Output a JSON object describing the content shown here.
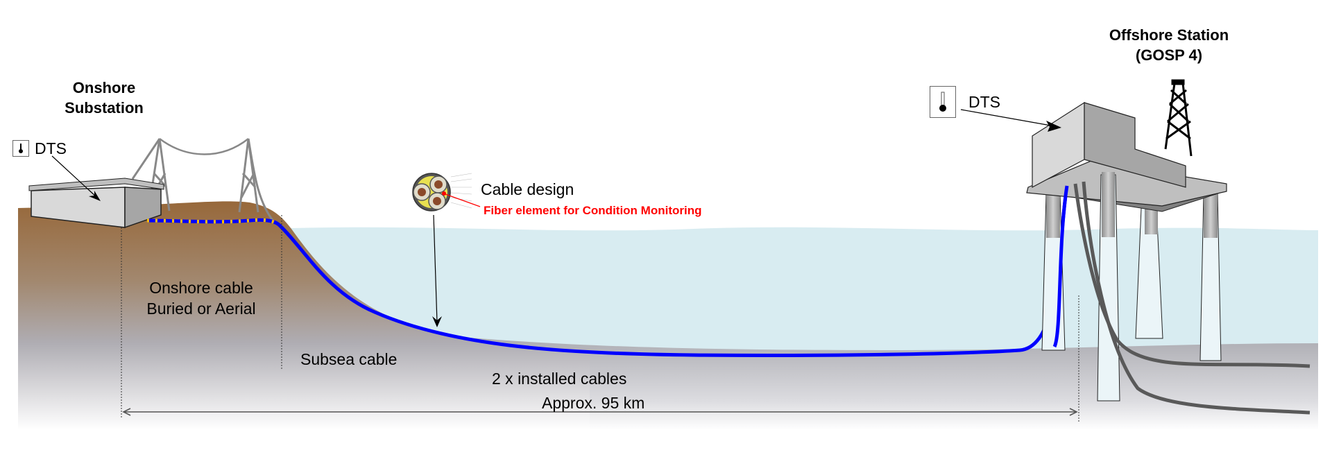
{
  "onshore": {
    "title_line1": "Onshore",
    "title_line2": "Substation",
    "dts_label": "DTS",
    "cable_label_line1": "Onshore cable",
    "cable_label_line2": "Buried or Aerial"
  },
  "offshore": {
    "title_line1": "Offshore Station",
    "title_line2": "(GOSP 4)",
    "dts_label": "DTS"
  },
  "cable": {
    "design_label": "Cable design",
    "fiber_label": "Fiber element for Condition Monitoring",
    "subsea_label": "Subsea cable",
    "installed_label": "2 x installed cables",
    "distance_label": "Approx. 95 km"
  },
  "icons": {
    "dts": "thermometer-icon",
    "cable_cross_section": "cable-cross-section-icon",
    "drilling_derrick": "derrick-icon",
    "transmission_tower": "pylon-icon"
  },
  "colors": {
    "cable_blue": "#0000ff",
    "onshore_dash": "#ffc000",
    "fiber_red": "#ff0000",
    "sea": "#d8ecf1",
    "soil_top": "#97683a",
    "seabed": "#b0b0b6",
    "platform_grey": "#d9d9d9"
  }
}
